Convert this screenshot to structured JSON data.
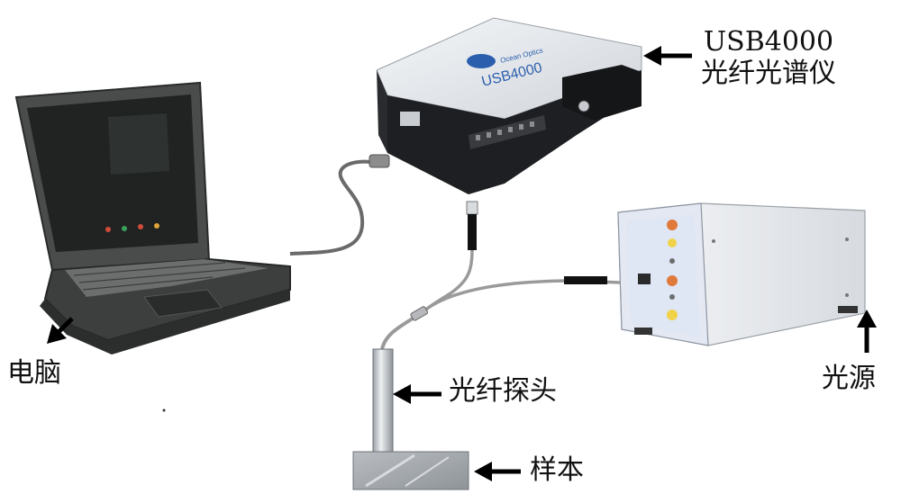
{
  "labels": {
    "spectrometer_model": "USB4000",
    "spectrometer_name": "光纤光谱仪",
    "computer": "电脑",
    "fiber_probe": "光纤探头",
    "light_source": "光源",
    "sample": "样本"
  },
  "device": {
    "model_print": "USB4000",
    "brand_print": "Ocean Optics"
  },
  "colors": {
    "device_top": "#e9ecef",
    "device_body": "#1e1f22",
    "laptop_body": "#3d3f3e",
    "light_box": "#eef0f3",
    "light_panel": "#dfe6f4",
    "cable": "#8c8c8c",
    "arrow": "#000000"
  }
}
